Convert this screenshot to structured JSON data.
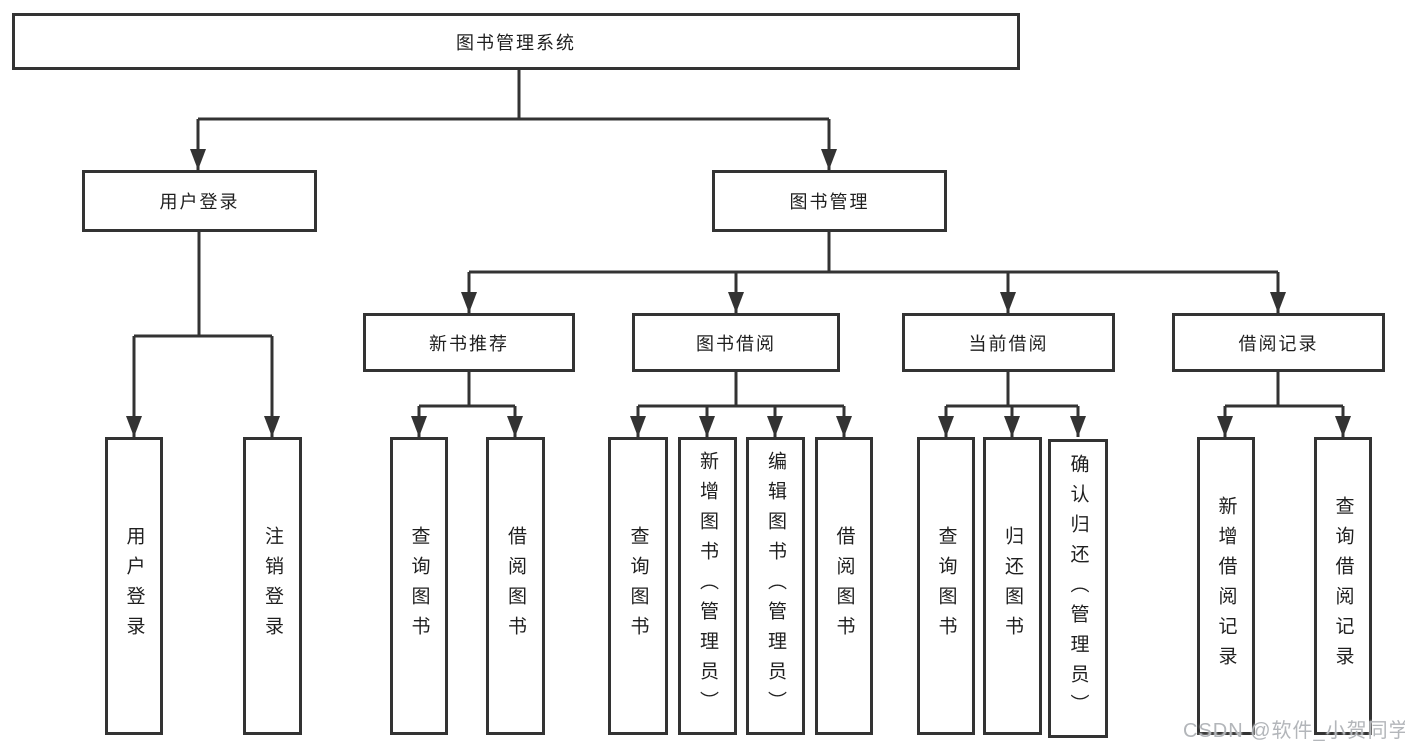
{
  "diagram": {
    "root": {
      "label": "图书管理系统"
    },
    "level2": [
      {
        "label": "用户登录"
      },
      {
        "label": "图书管理"
      }
    ],
    "level3": [
      {
        "label": "新书推荐"
      },
      {
        "label": "图书借阅"
      },
      {
        "label": "当前借阅"
      },
      {
        "label": "借阅记录"
      }
    ],
    "leaves": {
      "login": [
        {
          "label": "用户登录"
        },
        {
          "label": "注销登录"
        }
      ],
      "recommend": [
        {
          "label": "查询图书"
        },
        {
          "label": "借阅图书"
        }
      ],
      "borrow": [
        {
          "label": "查询图书"
        },
        {
          "label": "新增图书（管理员）"
        },
        {
          "label": "编辑图书（管理员）"
        },
        {
          "label": "借阅图书"
        }
      ],
      "current": [
        {
          "label": "查询图书"
        },
        {
          "label": "归还图书"
        },
        {
          "label": "确认归还（管理员）"
        }
      ],
      "records": [
        {
          "label": "新增借阅记录"
        },
        {
          "label": "查询借阅记录"
        }
      ]
    },
    "colors": {
      "line": "#333333",
      "box_border": "#333333",
      "text": "#1f1f1f",
      "watermark": "#b3b6ba"
    },
    "watermark": "CSDN @软件_小贺同学"
  }
}
